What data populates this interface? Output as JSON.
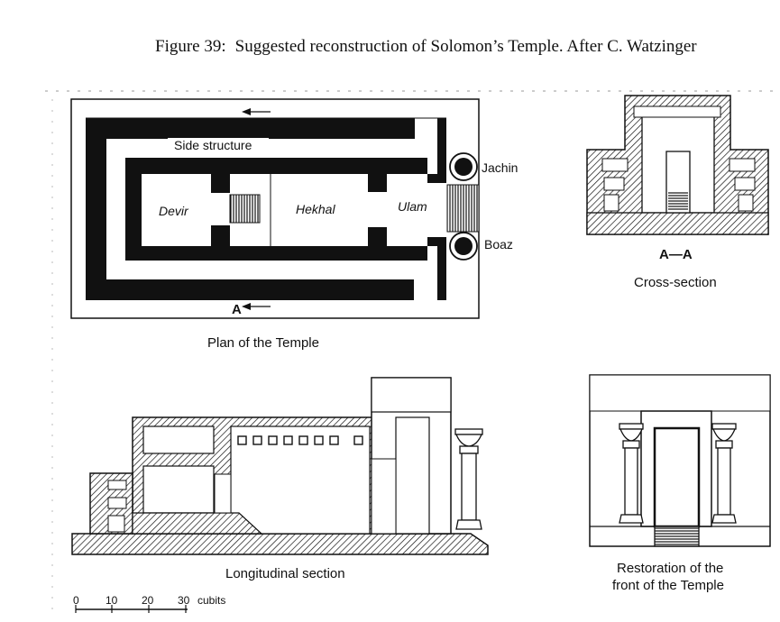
{
  "figure": {
    "number": "Figure 39:",
    "caption": "Suggested reconstruction of Solomon’s Temple. After C. Watzinger"
  },
  "plan": {
    "title": "Plan of the Temple",
    "side_structure": "Side structure",
    "devir": "Devir",
    "hekhal": "Hekhal",
    "ulam": "Ulam",
    "jachin": "Jachin",
    "boaz": "Boaz",
    "section_marker": "A"
  },
  "cross_section": {
    "marker": "A—A",
    "title": "Cross-section"
  },
  "longitudinal": {
    "title": "Longitudinal section"
  },
  "front": {
    "title_line1": "Restoration of the",
    "title_line2": "front of the Temple"
  },
  "scale": {
    "ticks": [
      "0",
      "10",
      "20",
      "30"
    ],
    "unit": "cubits"
  }
}
